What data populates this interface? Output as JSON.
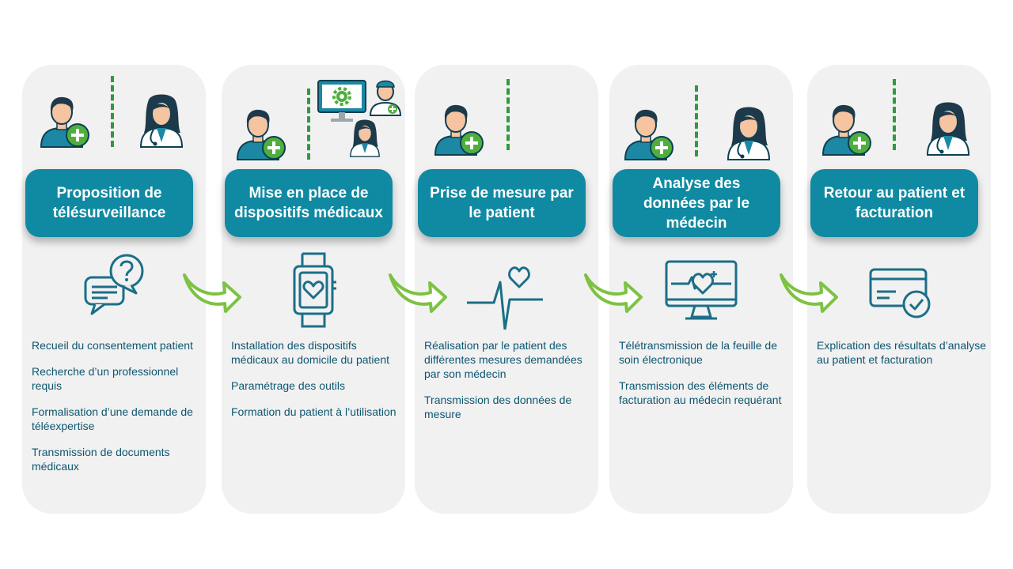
{
  "steps": [
    {
      "title": "Proposition de télésurveillance",
      "illustration": "chat-question-icon",
      "items": [
        "Recueil du consentement patient",
        "Recherche d’un professionnel requis",
        "Formalisation d’une demande de téléexpertise",
        "Transmission de documents médicaux"
      ]
    },
    {
      "title": "Mise en place de dispositifs médicaux",
      "illustration": "smartwatch-heart-icon",
      "items": [
        "Installation des dispositifs médicaux au domicile du patient",
        "Paramétrage des outils",
        "Formation du patient à l’utilisation"
      ]
    },
    {
      "title": "Prise de mesure par le patient",
      "illustration": "heartbeat-icon",
      "items": [
        "Réalisation par le patient des différentes mesures demandées par son médecin",
        "Transmission des données de mesure"
      ]
    },
    {
      "title": "Analyse des données par le médecin",
      "illustration": "monitor-heart-icon",
      "items": [
        "Télétransmission de la feuille de soin électronique",
        "Transmission des éléments de facturation au médecin requérant"
      ]
    },
    {
      "title": "Retour au patient et facturation",
      "illustration": "credit-card-check-icon",
      "items": [
        "Explication des résultats d’analyse au patient et facturation"
      ]
    }
  ],
  "colors": {
    "card_background": "#f1f1f1",
    "title_background": "#0f8aa2",
    "title_text": "#ffffff",
    "item_text": "#0d5670",
    "arrow_green": "#7dc242",
    "dash_green": "#2f9a3e",
    "icon_teal": "#1b6f88"
  }
}
